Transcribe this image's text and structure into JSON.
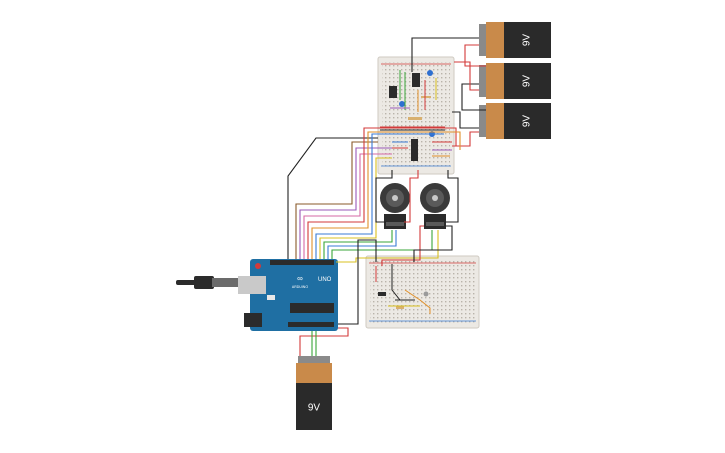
{
  "circuit": {
    "batteries": [
      {
        "id": "battery-top-1",
        "label": "9V"
      },
      {
        "id": "battery-top-2",
        "label": "9V"
      },
      {
        "id": "battery-top-3",
        "label": "9V"
      },
      {
        "id": "battery-bottom",
        "label": "9V"
      }
    ],
    "arduino": {
      "logo": "∞",
      "model": "UNO",
      "brand": "ARDUINO"
    },
    "colors": {
      "battery_orange": "#c98a4a",
      "battery_black": "#2a2a2a",
      "arduino_blue": "#1f6fa3",
      "breadboard": "#e9e6e1",
      "wire_red": "#d33a3a",
      "wire_black": "#222222",
      "wire_green": "#3aa53a",
      "wire_purple": "#9a5ab8",
      "wire_orange": "#e0902a",
      "wire_yellow": "#d8c020",
      "wire_blue": "#3a7bd5",
      "wire_brown": "#8a5a2a",
      "wire_pink": "#d66aa6"
    }
  }
}
